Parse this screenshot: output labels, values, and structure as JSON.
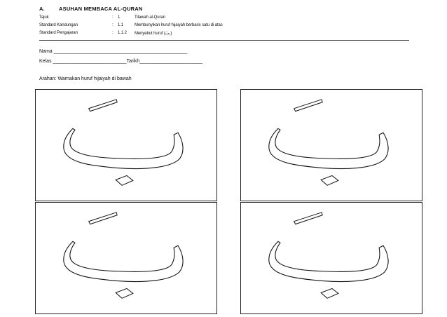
{
  "header": {
    "section_number": "A.",
    "section_title": "ASUHAN MEMBACA AL-QURAN",
    "rows": [
      {
        "label": "Tajuk",
        "colon": ":",
        "code": "1",
        "desc": "Tilawah al-Quran"
      },
      {
        "label": "Standard Kandungan",
        "colon": ":",
        "code": "1.1",
        "desc": "Membunyikan huruf hijaiyah berbaris satu di atas"
      },
      {
        "label": "Standard Pengajaran",
        "colon": ":",
        "code": "1.1.2",
        "desc": "Menyebut huruf (ـبَ)"
      }
    ]
  },
  "student": {
    "name_line": "Nama _________________________________________________",
    "class_line": "Kelas ___________________________Tarikh_______________________"
  },
  "instruction": "Arahan: Warnakan huruf hijaiyah di bawah",
  "cards": [
    {
      "letter": "ba-with-fathah"
    },
    {
      "letter": "ba-with-fathah"
    },
    {
      "letter": "ba-with-fathah"
    },
    {
      "letter": "ba-with-fathah"
    }
  ]
}
